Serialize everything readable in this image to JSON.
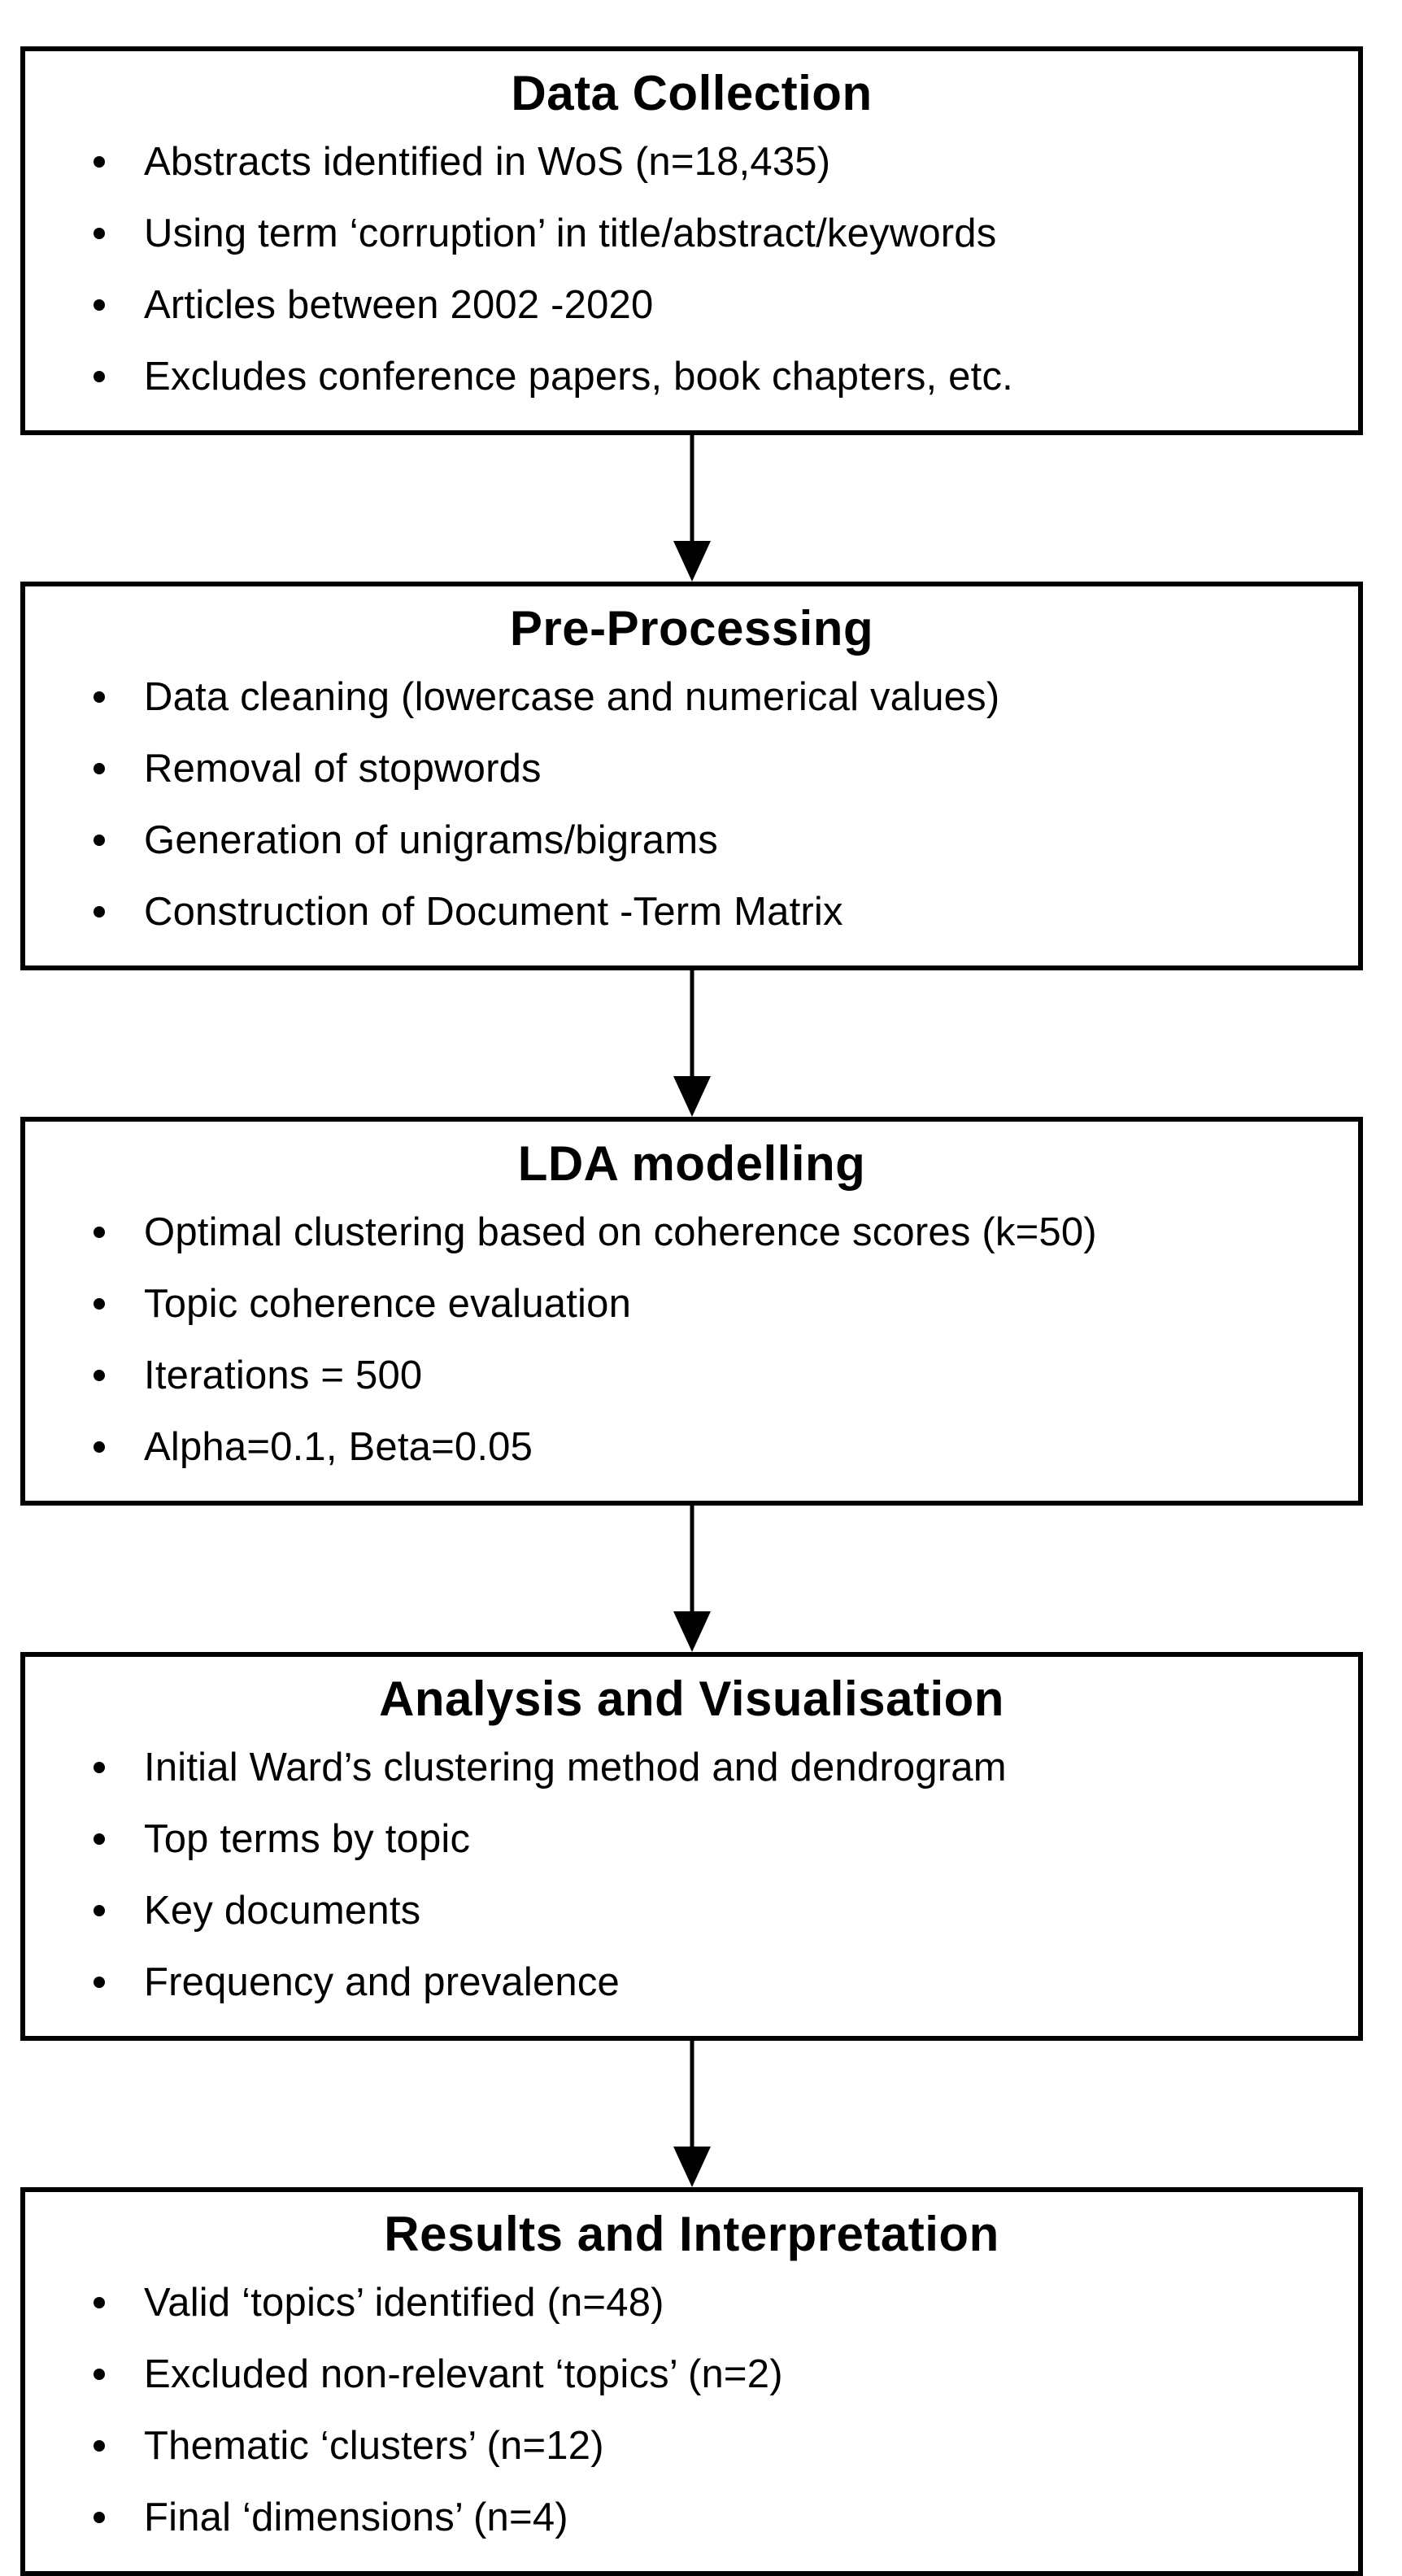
{
  "flowchart": {
    "background_color": "#ffffff",
    "box_border_color": "#000000",
    "text_color": "#000000",
    "arrow_color": "#000000",
    "icons": {
      "flow_connector": "arrow-down-icon"
    },
    "steps": [
      {
        "title": "Data Collection",
        "bullets": [
          "Abstracts identified in WoS (n=18,435)",
          "Using term ‘corruption’ in title/abstract/keywords",
          "Articles between 2002 -2020",
          "Excludes conference papers, book chapters, etc."
        ]
      },
      {
        "title": "Pre-Processing",
        "bullets": [
          "Data cleaning (lowercase and numerical values)",
          "Removal of stopwords",
          "Generation of unigrams/bigrams",
          "Construction of Document -Term Matrix"
        ]
      },
      {
        "title": "LDA modelling",
        "bullets": [
          "Optimal clustering based on coherence scores (k=50)",
          "Topic coherence evaluation",
          "Iterations = 500",
          "Alpha=0.1, Beta=0.05"
        ]
      },
      {
        "title": "Analysis and Visualisation",
        "bullets": [
          "Initial Ward’s clustering method and dendrogram",
          "Top terms by topic",
          "Key documents",
          "Frequency and prevalence"
        ]
      },
      {
        "title": "Results and Interpretation",
        "bullets": [
          "Valid ‘topics’ identified (n=48)",
          "Excluded non-relevant ‘topics’ (n=2)",
          "Thematic ‘clusters’ (n=12)",
          "Final ‘dimensions’ (n=4)"
        ]
      }
    ]
  }
}
